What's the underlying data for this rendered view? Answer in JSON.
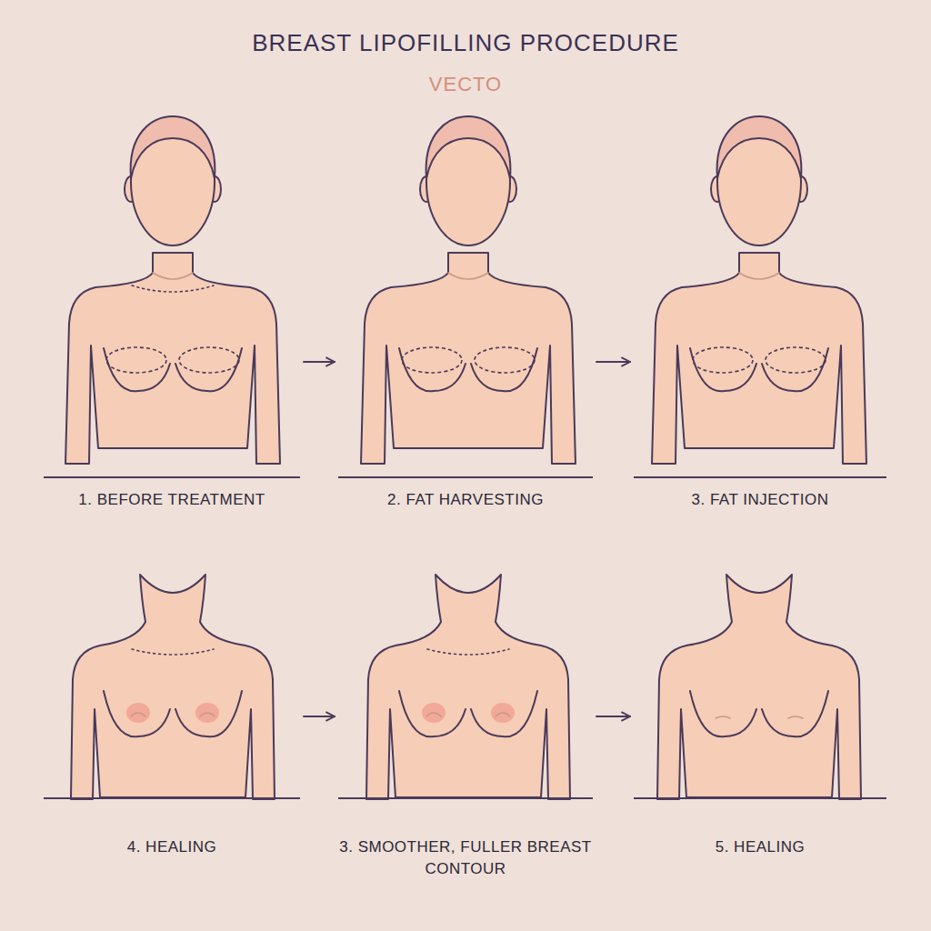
{
  "diagram": {
    "title": "BREAST LIPOFILLING PROCEDURE",
    "nodes": [
      {
        "text": [
          "1. BEFORE TREATMENT"
        ]
      },
      {
        "text": [
          "2. FAT HARVESTING"
        ]
      },
      {
        "text": [
          "3. FAT INJECTION"
        ]
      },
      {
        "text": [
          "4. HEALING"
        ]
      },
      {
        "text": [
          "3. SMOOTHER, FULLER BREAST CONTOUR"
        ]
      },
      {
        "text": [
          "5. HEALING"
        ]
      }
    ],
    "edges": [
      {
        "from": 0,
        "to": 1,
        "arrow": "to"
      },
      {
        "from": 1,
        "to": 2,
        "arrow": "to"
      },
      {
        "from": 3,
        "to": 4,
        "arrow": "to"
      },
      {
        "from": 4,
        "to": 5,
        "arrow": "to"
      }
    ],
    "labels": [
      "VECTO"
    ]
  }
}
